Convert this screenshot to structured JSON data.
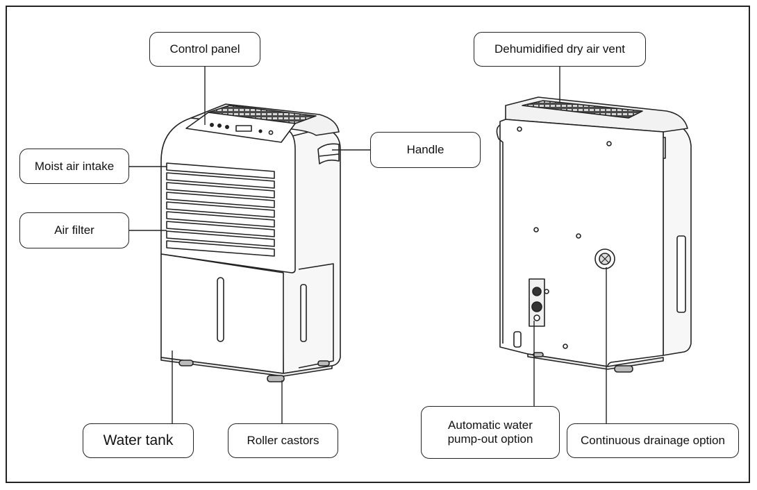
{
  "labels": {
    "control_panel": "Control panel",
    "dry_air_vent": "Dehumidified dry air vent",
    "handle": "Handle",
    "moist_air_intake": "Moist air intake",
    "air_filter": "Air filter",
    "water_tank": "Water tank",
    "roller_castors": "Roller castors",
    "pump_out_line1": "Automatic water",
    "pump_out_line2": "pump-out option",
    "continuous_drainage": "Continuous drainage option"
  }
}
